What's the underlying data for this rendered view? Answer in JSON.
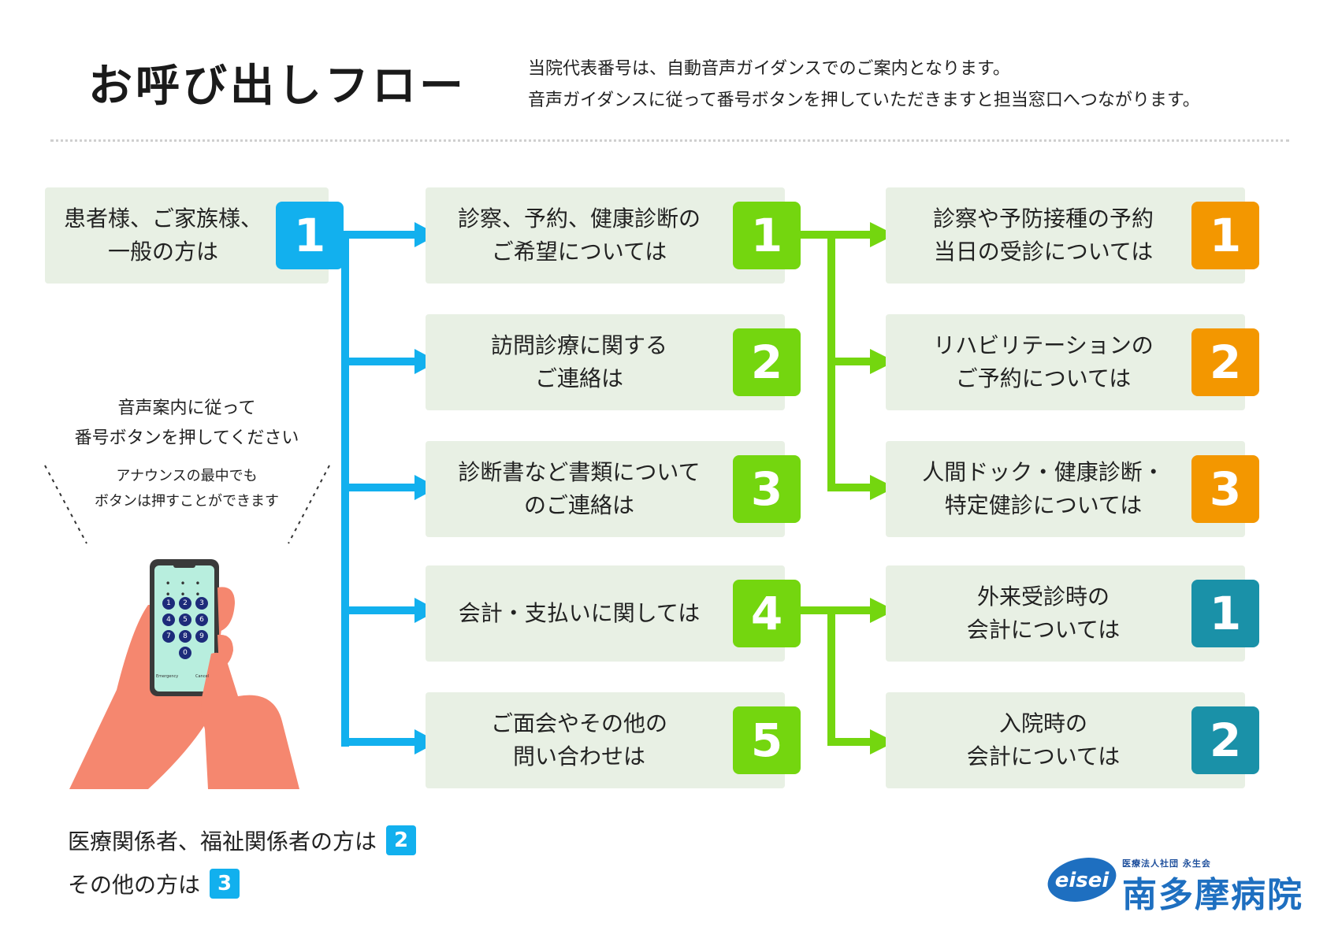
{
  "header": {
    "title": "お呼び出しフロー",
    "intro_line1": "当院代表番号は、自動音声ガイダンスでのご案内となります。",
    "intro_line2": "音声ガイダンスに従って番号ボタンを押していただきますと担当窓口へつながります。"
  },
  "level1": {
    "text": "患者様、ご家族様、\n一般の方は",
    "number": "1"
  },
  "level2": [
    {
      "text": "診察、予約、健康診断の\nご希望については",
      "number": "1"
    },
    {
      "text": "訪問診療に関する\nご連絡は",
      "number": "2"
    },
    {
      "text": "診断書など書類について\nのご連絡は",
      "number": "3"
    },
    {
      "text": "会計・支払いに関しては",
      "number": "4"
    },
    {
      "text": "ご面会やその他の\n問い合わせは",
      "number": "5"
    }
  ],
  "level3_consult": [
    {
      "text": "診察や予防接種の予約\n当日の受診については",
      "number": "1"
    },
    {
      "text": "リハビリテーションの\nご予約については",
      "number": "2"
    },
    {
      "text": "人間ドック・健康診断・\n特定健診については",
      "number": "3"
    }
  ],
  "level3_billing": [
    {
      "text": "外来受診時の\n会計については",
      "number": "1"
    },
    {
      "text": "入院時の\n会計については",
      "number": "2"
    }
  ],
  "hint": {
    "line1": "音声案内に従って",
    "line2": "番号ボタンを押してください",
    "small1": "アナウンスの最中でも",
    "small2": "ボタンは押すことができます"
  },
  "phone": {
    "keys": [
      "1",
      "2",
      "3",
      "4",
      "5",
      "6",
      "7",
      "8",
      "9",
      "0"
    ],
    "left_label": "Emergency",
    "right_label": "Cancel"
  },
  "footer": {
    "medical_text": "医療関係者、福祉関係者の方は",
    "medical_number": "2",
    "other_text": "その他の方は",
    "other_number": "3"
  },
  "logo": {
    "mark": "eisei",
    "sub": "医療法人社団 永生会",
    "name": "南多摩病院"
  },
  "colors": {
    "blue": "#12b0ee",
    "green": "#74d60f",
    "orange": "#f39700",
    "teal": "#1a91a8",
    "box_bg": "#e8f0e4"
  }
}
